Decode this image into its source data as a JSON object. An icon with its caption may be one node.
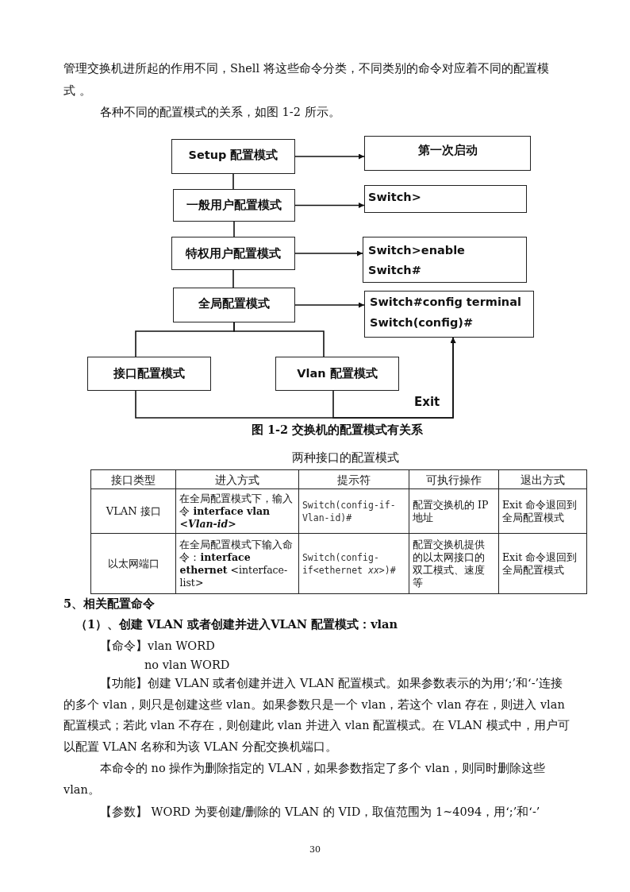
{
  "diagram": {
    "caption": "图 1-2 交换机的配置模式有关系",
    "nodes": [
      {
        "text": [
          "Setup 配置模式"
        ]
      },
      {
        "text": [
          "第一次启动"
        ]
      },
      {
        "text": [
          "一般用户配置模式"
        ]
      },
      {
        "text": [
          "Switch>"
        ]
      },
      {
        "text": [
          "特权用户配置模式"
        ]
      },
      {
        "text": [
          "Switch>enable",
          "Switch#"
        ]
      },
      {
        "text": [
          "全局配置模式"
        ]
      },
      {
        "text": [
          "Switch#config terminal",
          "Switch(config)#"
        ]
      },
      {
        "text": [
          "接口配置模式"
        ]
      },
      {
        "text": [
          "Vlan 配置模式"
        ]
      }
    ],
    "edges": [
      {
        "from": 0,
        "to": 1,
        "arrow": "to"
      },
      {
        "from": 2,
        "to": 3,
        "arrow": "to"
      },
      {
        "from": 4,
        "to": 5,
        "arrow": "to"
      },
      {
        "from": 6,
        "to": 7,
        "arrow": "to"
      },
      {
        "from": 0,
        "to": 2,
        "arrow": "none"
      },
      {
        "from": 2,
        "to": 4,
        "arrow": "none"
      },
      {
        "from": 4,
        "to": 6,
        "arrow": "none"
      },
      {
        "from": 6,
        "to": 8,
        "arrow": "none"
      },
      {
        "from": 6,
        "to": 9,
        "arrow": "none"
      },
      {
        "from": 8,
        "to": 7,
        "arrow": "to",
        "label": "Exit"
      },
      {
        "from": 9,
        "to": 7,
        "arrow": "to"
      }
    ],
    "labels": [
      "管理交换机进所起的作用不同，Shell 将这些命令分类，不同类别的命令对应着不同的配置模式 。",
      "各种不同的配置模式的关系，如图 1-2 所示。",
      "两种接口的配置模式",
      "接口类型",
      "进入方式",
      "提示符",
      "可执行操作",
      "退出方式",
      "VLAN 接口",
      "在全局配置模式下，输入令 **interface vlan <*Vlan-id*>**",
      "Switch(config-if-Vlan-id)#",
      "配置交换机的 IP 地址",
      "Exit 命令退回到全局配置模式",
      "以太网端口",
      "在全局配置模式下输入命令：**interface ethernet** <interface-list>",
      "Switch(config-if<ethernet *xx*>)#",
      "配置交换机提供的以太网接口的双工模式、速度等",
      "Exit 命令退回到全局配置模式",
      "5、相关配置命令",
      "（1）、创建 VLAN 或者创建并进入VLAN 配置模式：vlan",
      "【命令】vlan WORD",
      "no vlan WORD",
      "【功能】创建 VLAN 或者创建并进入 VLAN 配置模式。如果参数表示的为用‘;’和‘-’连接的多个 vlan，则只是创建这些 vlan。如果参数只是一个 vlan，若这个 vlan 存在，则进入 vlan 配置模式；若此 vlan 不存在，则创建此 vlan 并进入 vlan 配置模式。在 VLAN 模式中，用户可以配置 VLAN 名称和为该 VLAN 分配交换机端口。",
      "本命令的 no 操作为删除指定的 VLAN，如果参数指定了多个 vlan，则同时删除这些 vlan。",
      "【参数】 WORD 为要创建/删除的 VLAN 的 VID，取值范围为 1~4094，用‘;’和‘-’",
      "30"
    ]
  }
}
